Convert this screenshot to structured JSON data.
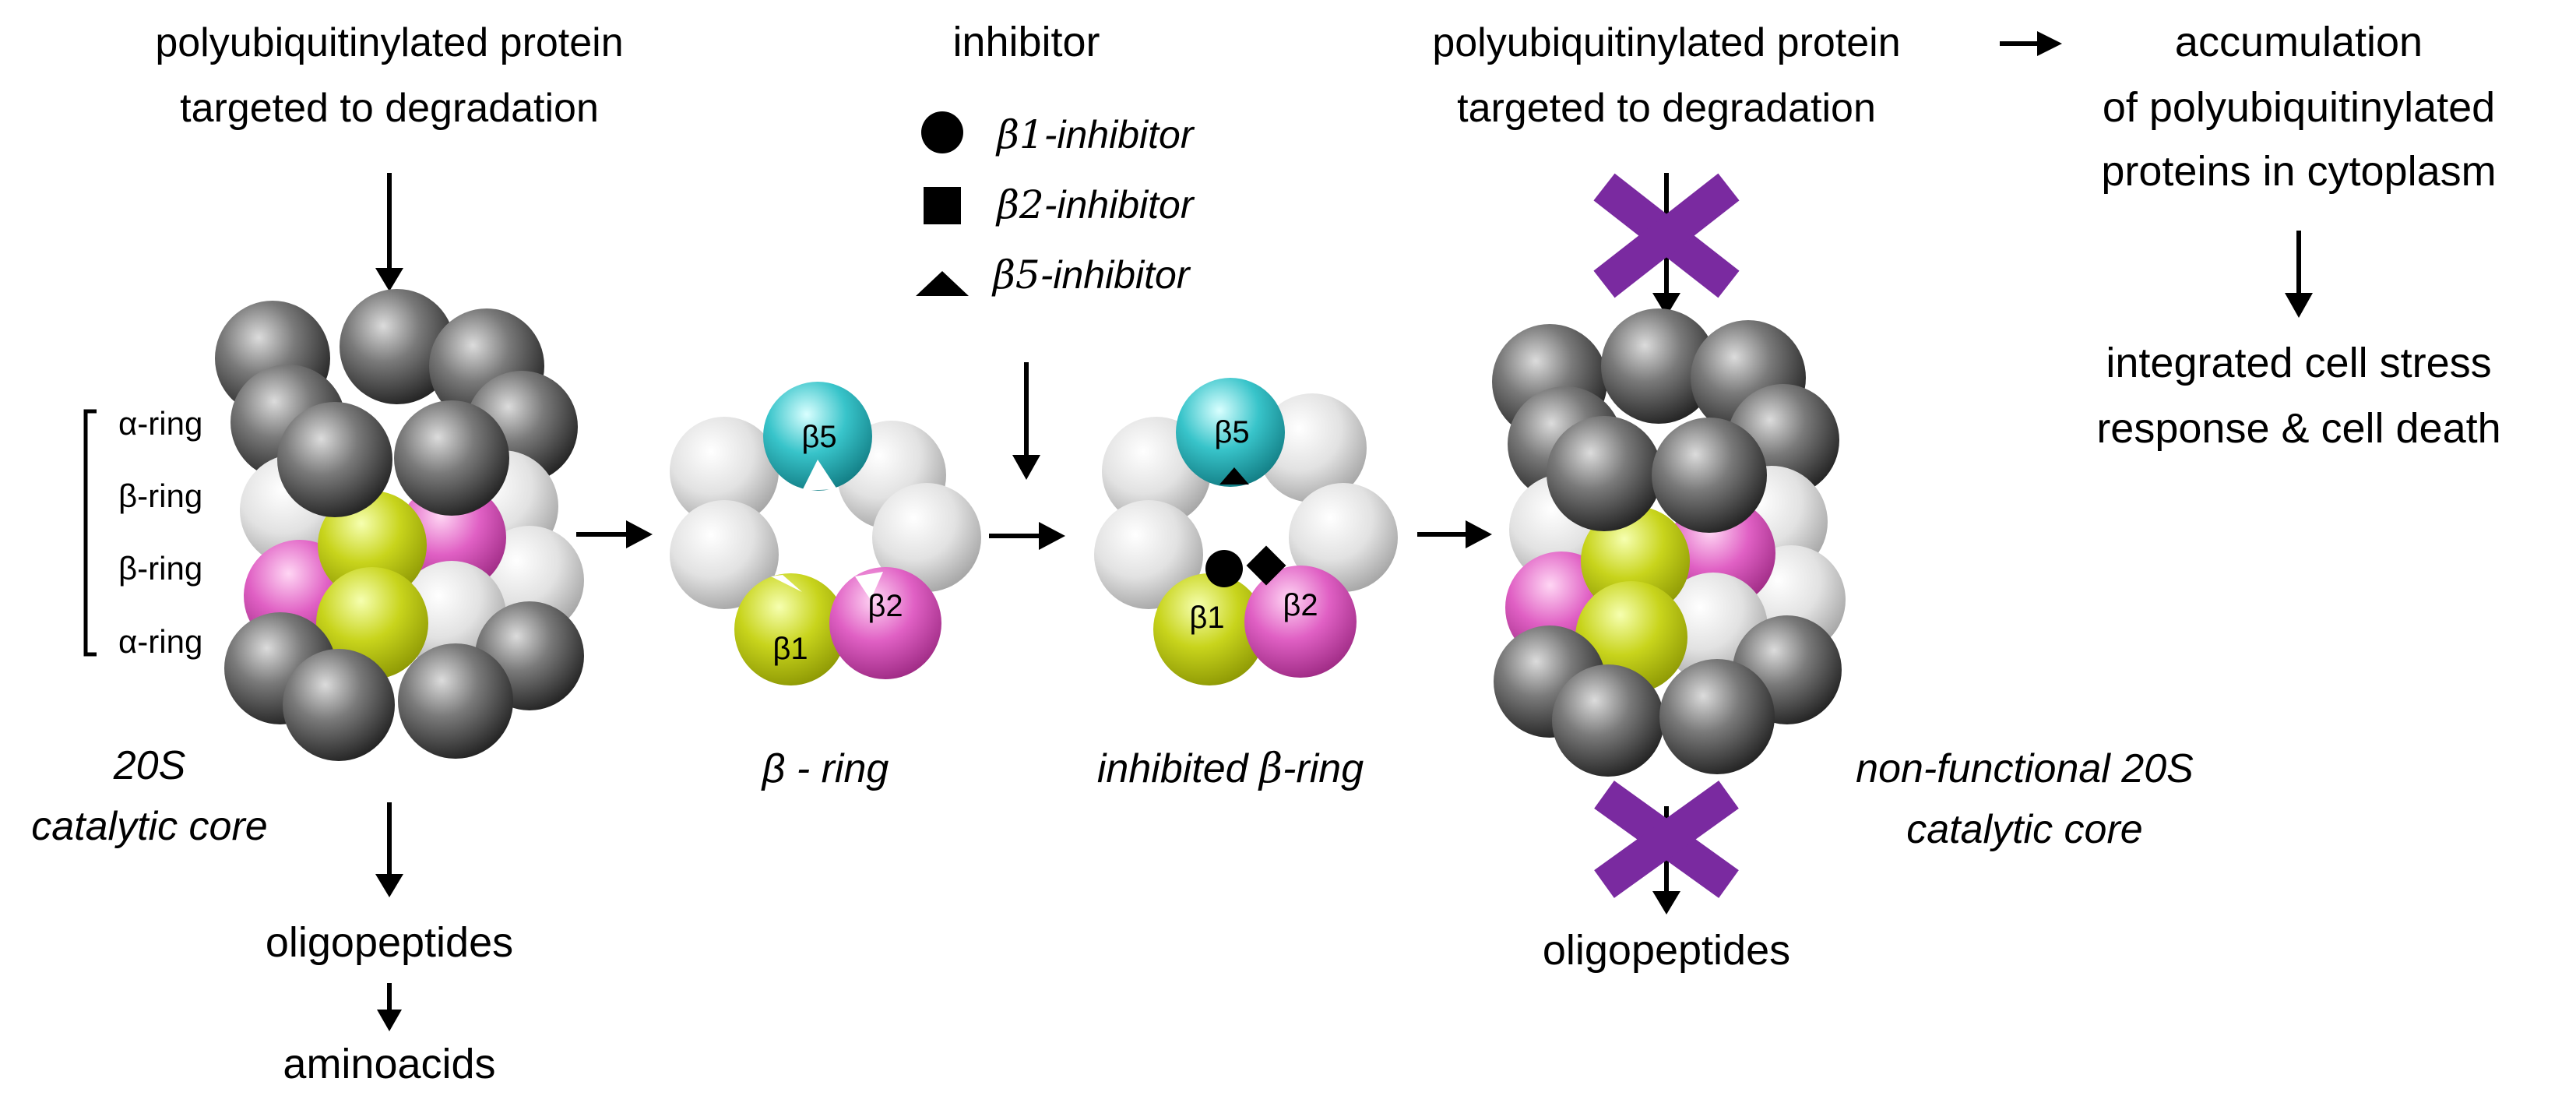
{
  "colors": {
    "alpha": "#6f6f6f",
    "beta_grey": "#dedede",
    "beta1": "#c6d21a",
    "beta2": "#e35fc4",
    "beta5": "#34c2c8",
    "cross": "#7a2aa0",
    "arrow": "#000000"
  },
  "panel_native": {
    "input_line1": "polyubiquitinylated protein",
    "input_line2": "targeted to degradation",
    "ring_labels": [
      "α-ring",
      "β-ring",
      "β-ring",
      "α-ring"
    ],
    "caption_line1": "20S",
    "caption_line2": "catalytic core",
    "product1": "oligopeptides",
    "product2": "aminoacids"
  },
  "panel_beta_ring": {
    "caption": "β - ring",
    "subunits": {
      "b5": "β5",
      "b1": "β1",
      "b2": "β2"
    }
  },
  "panel_inhibitor": {
    "title": "inhibitor",
    "legend": [
      {
        "shape": "circle-icon",
        "greek": "β1",
        "suffix": "-inhibitor"
      },
      {
        "shape": "square-icon",
        "greek": "β2",
        "suffix": "-inhibitor"
      },
      {
        "shape": "triangle-icon",
        "greek": "β5",
        "suffix": "-inhibitor"
      }
    ]
  },
  "panel_inhibited": {
    "caption_greek": "inhibited ",
    "caption_beta": "β",
    "caption_suffix": "-ring",
    "subunits": {
      "b5": "β5",
      "b1": "β1",
      "b2": "β2"
    }
  },
  "panel_blocked": {
    "input_line1": "polyubiquitinylated protein",
    "input_line2": "targeted to degradation",
    "caption_line1": "non-functional 20S",
    "caption_line2": "catalytic core",
    "product": "oligopeptides"
  },
  "panel_outcome": {
    "line1": "accumulation",
    "line2": "of polyubiquitinylated",
    "line3": "proteins in cytoplasm",
    "result_line1": "integrated cell stress",
    "result_line2": "response & cell death"
  }
}
